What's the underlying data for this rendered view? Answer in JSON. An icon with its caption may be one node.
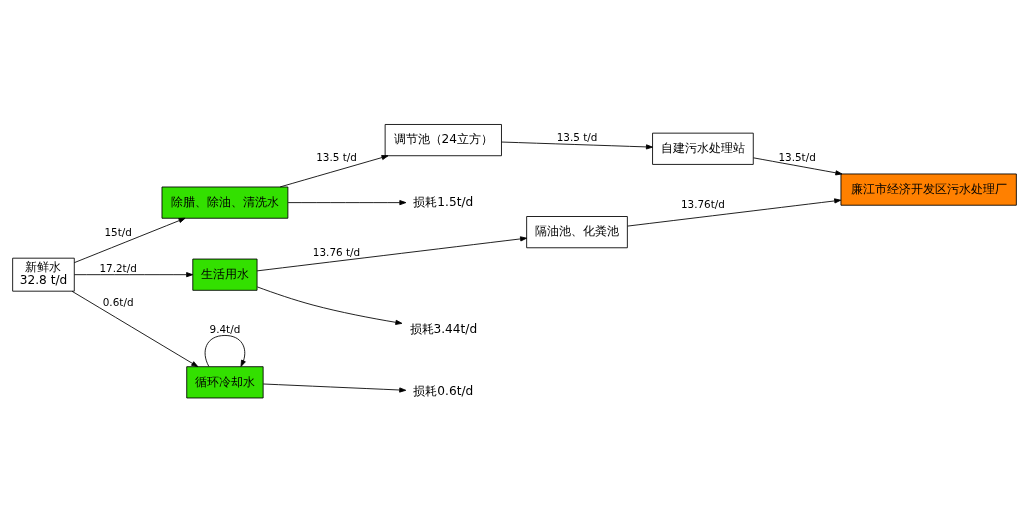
{
  "diagram": {
    "nodes": [
      {
        "text": [
          "新鲜水",
          "32.8 t/d"
        ]
      },
      {
        "text": [
          "除腊、除油、清洗水"
        ]
      },
      {
        "text": [
          "调节池（24立方）"
        ]
      },
      {
        "text": [
          "自建污水处理站"
        ]
      },
      {
        "text": [
          "生活用水"
        ]
      },
      {
        "text": [
          "隔油池、化粪池"
        ]
      },
      {
        "text": [
          "廉江市经济开发区污水处理厂"
        ]
      },
      {
        "text": [
          "循环冷却水"
        ]
      },
      {
        "text": [
          "损耗1.5t/d"
        ]
      },
      {
        "text": [
          "损耗3.44t/d"
        ]
      },
      {
        "text": [
          "损耗0.6t/d"
        ]
      }
    ],
    "edges": [
      {
        "from": 0,
        "to": 1,
        "arrow": "to",
        "label": "15t/d"
      },
      {
        "from": 0,
        "to": 4,
        "arrow": "to",
        "label": "17.2t/d"
      },
      {
        "from": 0,
        "to": 7,
        "arrow": "to",
        "label": "0.6t/d"
      },
      {
        "from": 1,
        "to": 8,
        "arrow": "to"
      },
      {
        "from": 1,
        "to": 2,
        "arrow": "to",
        "label": "13.5 t/d"
      },
      {
        "from": 2,
        "to": 3,
        "arrow": "to",
        "label": "13.5 t/d"
      },
      {
        "from": 3,
        "to": 6,
        "arrow": "to",
        "label": "13.5t/d"
      },
      {
        "from": 4,
        "to": 9,
        "arrow": "to"
      },
      {
        "from": 4,
        "to": 5,
        "arrow": "to",
        "label": "13.76 t/d"
      },
      {
        "from": 5,
        "to": 6,
        "arrow": "to",
        "label": "13.76t/d"
      },
      {
        "from": 7,
        "to": 10,
        "arrow": "to"
      },
      {
        "from": 7,
        "to": 7,
        "arrow": "to",
        "label": "9.4t/d"
      }
    ]
  }
}
